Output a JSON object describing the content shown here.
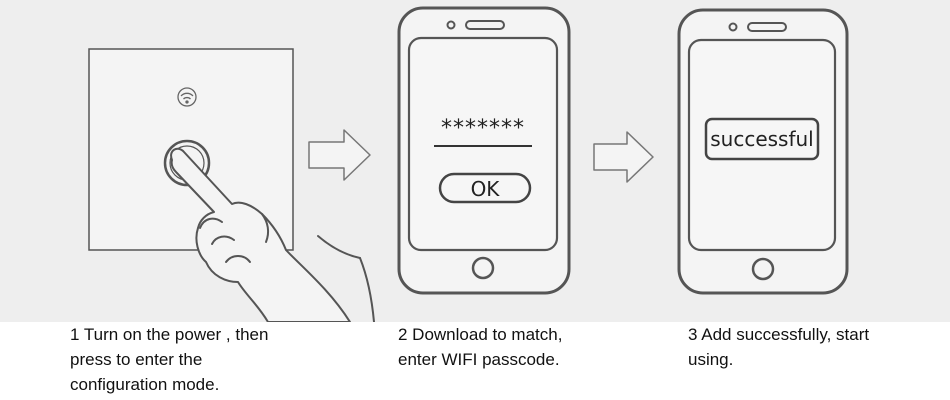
{
  "steps": [
    {
      "lines": [
        "1 Turn on the power , then",
        "press to enter the",
        "configuration mode."
      ]
    },
    {
      "lines": [
        "2 Download to match,",
        "enter WIFI passcode."
      ],
      "screen": {
        "password": "*******",
        "button": "OK"
      }
    },
    {
      "lines": [
        "3 Add successfully, start",
        "using."
      ],
      "screen": {
        "status": "successful"
      }
    }
  ],
  "icons": [
    "wifi-icon",
    "touch-button-icon",
    "pointing-hand-icon",
    "arrow-right-icon",
    "phone-icon",
    "home-button-icon"
  ],
  "colors": {
    "background": "#eeeeee",
    "line": "#555555",
    "text": "#111111"
  }
}
